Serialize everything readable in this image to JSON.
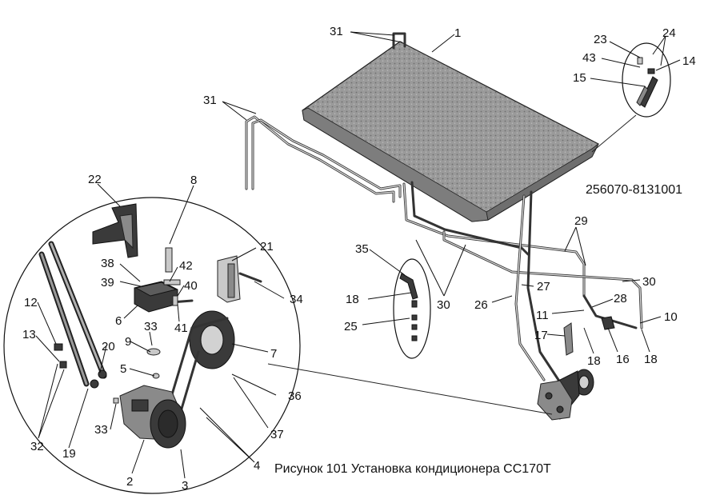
{
  "drawing": {
    "part_number": "256070-8131001",
    "caption": "Рисунок 101 Установка кондиционера СС170Т"
  },
  "callouts": [
    {
      "id": "c31a",
      "text": "31"
    },
    {
      "id": "c1",
      "text": "1"
    },
    {
      "id": "c23",
      "text": "23"
    },
    {
      "id": "c24",
      "text": "24"
    },
    {
      "id": "c43",
      "text": "43"
    },
    {
      "id": "c14",
      "text": "14"
    },
    {
      "id": "c15",
      "text": "15"
    },
    {
      "id": "c31b",
      "text": "31"
    },
    {
      "id": "c22",
      "text": "22"
    },
    {
      "id": "c8",
      "text": "8"
    },
    {
      "id": "c21",
      "text": "21"
    },
    {
      "id": "c38",
      "text": "38"
    },
    {
      "id": "c42",
      "text": "42"
    },
    {
      "id": "c39",
      "text": "39"
    },
    {
      "id": "c40",
      "text": "40"
    },
    {
      "id": "c34",
      "text": "34"
    },
    {
      "id": "c6",
      "text": "6"
    },
    {
      "id": "c41",
      "text": "41"
    },
    {
      "id": "c33a",
      "text": "33"
    },
    {
      "id": "c12",
      "text": "12"
    },
    {
      "id": "c9",
      "text": "9"
    },
    {
      "id": "c13",
      "text": "13"
    },
    {
      "id": "c20",
      "text": "20"
    },
    {
      "id": "c5",
      "text": "5"
    },
    {
      "id": "c7",
      "text": "7"
    },
    {
      "id": "c36",
      "text": "36"
    },
    {
      "id": "c33b",
      "text": "33"
    },
    {
      "id": "c37",
      "text": "37"
    },
    {
      "id": "c32",
      "text": "32"
    },
    {
      "id": "c19",
      "text": "19"
    },
    {
      "id": "c2",
      "text": "2"
    },
    {
      "id": "c3",
      "text": "3"
    },
    {
      "id": "c4",
      "text": "4"
    },
    {
      "id": "c35",
      "text": "35"
    },
    {
      "id": "c18a",
      "text": "18"
    },
    {
      "id": "c25",
      "text": "25"
    },
    {
      "id": "c30a",
      "text": "30"
    },
    {
      "id": "c29",
      "text": "29"
    },
    {
      "id": "c27",
      "text": "27"
    },
    {
      "id": "c26",
      "text": "26"
    },
    {
      "id": "c30b",
      "text": "30"
    },
    {
      "id": "c28",
      "text": "28"
    },
    {
      "id": "c11",
      "text": "11"
    },
    {
      "id": "c10",
      "text": "10"
    },
    {
      "id": "c17",
      "text": "17"
    },
    {
      "id": "c16",
      "text": "16"
    },
    {
      "id": "c18b",
      "text": "18"
    },
    {
      "id": "c18c",
      "text": "18"
    }
  ]
}
